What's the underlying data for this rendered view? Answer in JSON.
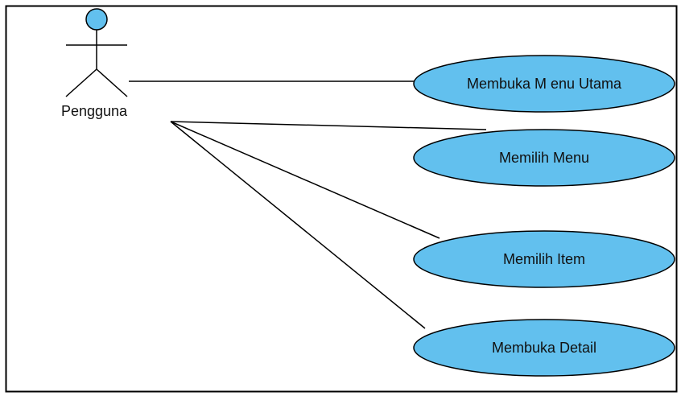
{
  "actor": {
    "name": "Pengguna",
    "head_color": "#62c0ee"
  },
  "use_cases": [
    {
      "label": "Membuka M enu Utama"
    },
    {
      "label": "Memilih Menu"
    },
    {
      "label": "Memilih Item"
    },
    {
      "label": "Membuka Detail"
    }
  ],
  "colors": {
    "use_case_fill": "#62c0ee",
    "stroke": "#000000",
    "background": "#ffffff"
  }
}
